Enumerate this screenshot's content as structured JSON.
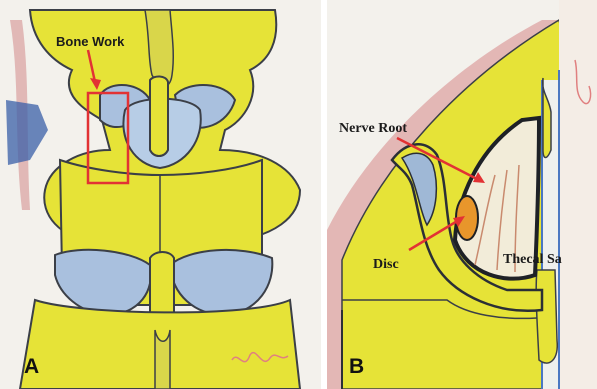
{
  "panel_a": {
    "letter": "A",
    "label_bone_work": "Bone Work",
    "signature": "Nrai"
  },
  "panel_b": {
    "letter": "B",
    "label_nerve_root": "Nerve Root",
    "label_disc": "Disc",
    "label_thecal_sac": "Thecal Sa",
    "signature": "Jon"
  },
  "colors": {
    "bone_fill": "#e6e337",
    "paper": "#f3f1ec",
    "outline": "#3b3f47",
    "disc_blue": "#9fb8d6",
    "arrow_red": "#e23234",
    "disc_orange": "#e8962b",
    "skin_pink": "#d78b8b"
  }
}
